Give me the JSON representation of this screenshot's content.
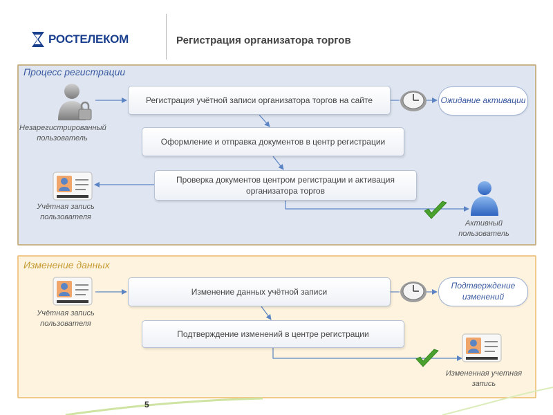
{
  "header": {
    "logo_text": "РОСТЕЛЕКОМ",
    "title": "Регистрация организатора торгов"
  },
  "registration": {
    "title": "Процесс регистрации",
    "steps": [
      "Регистрация учётной записи организатора торгов на сайте",
      "Оформление и отправка документов в центр регистрации",
      "Проверка документов центром регистрации и активация организатора торгов"
    ],
    "status": "Ожидание активации",
    "captions": {
      "unregistered": "Незарегистрированный пользователь",
      "account": "Учётная запись пользователя",
      "active": "Активный пользователь"
    }
  },
  "changes": {
    "title": "Изменение данных",
    "steps": [
      "Изменение данных учётной записи",
      "Подтверждение изменений в центре регистрации"
    ],
    "status": "Подтверждение изменений",
    "captions": {
      "account": "Учётная запись пользователя",
      "changed": "Измененная учетная запись"
    }
  },
  "page_number": "5",
  "colors": {
    "brand_blue": "#1a3f8f",
    "registration_fill": "#dfe6f1",
    "changes_fill": "#fdf3de",
    "arrow": "#5b84c4",
    "check_green": "#4aa12e"
  },
  "icons": [
    "logo-icon",
    "locked-user-icon",
    "clock-icon",
    "id-card-icon",
    "active-user-icon",
    "check-icon"
  ]
}
